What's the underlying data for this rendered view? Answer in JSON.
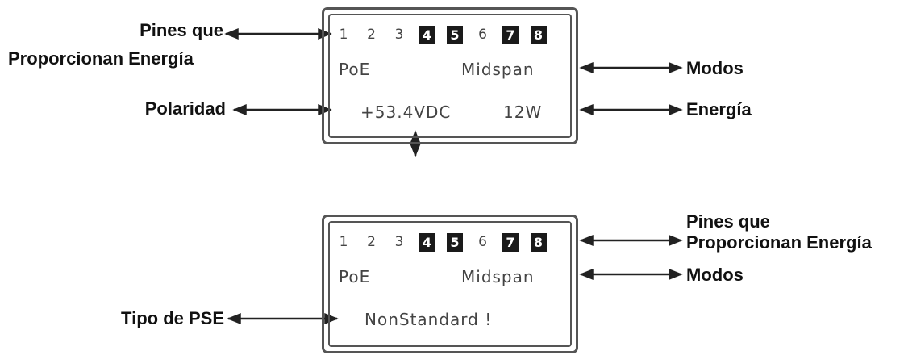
{
  "labels": {
    "pins_top_line1": "Pines que",
    "pins_top_line2": "Proporcionan Energía",
    "polarity": "Polaridad",
    "modes_top": "Modos",
    "power": "Energía",
    "pins_bottom_line1": "Pines que",
    "pins_bottom_line2": "Proporcionan Energía",
    "modes_bottom": "Modos",
    "pse_type": "Tipo de PSE"
  },
  "display_top": {
    "pins": [
      {
        "num": "1",
        "active": false
      },
      {
        "num": "2",
        "active": false
      },
      {
        "num": "3",
        "active": false
      },
      {
        "num": "4",
        "active": true
      },
      {
        "num": "5",
        "active": true
      },
      {
        "num": "6",
        "active": false
      },
      {
        "num": "7",
        "active": true
      },
      {
        "num": "8",
        "active": true
      }
    ],
    "poe": "PoE",
    "mode": "Midspan",
    "voltage": "+53.4VDC",
    "power": "12W"
  },
  "display_bottom": {
    "pins": [
      {
        "num": "1",
        "active": false
      },
      {
        "num": "2",
        "active": false
      },
      {
        "num": "3",
        "active": false
      },
      {
        "num": "4",
        "active": true
      },
      {
        "num": "5",
        "active": true
      },
      {
        "num": "6",
        "active": false
      },
      {
        "num": "7",
        "active": true
      },
      {
        "num": "8",
        "active": true
      }
    ],
    "poe": "PoE",
    "mode": "Midspan",
    "status": "NonStandard !"
  }
}
